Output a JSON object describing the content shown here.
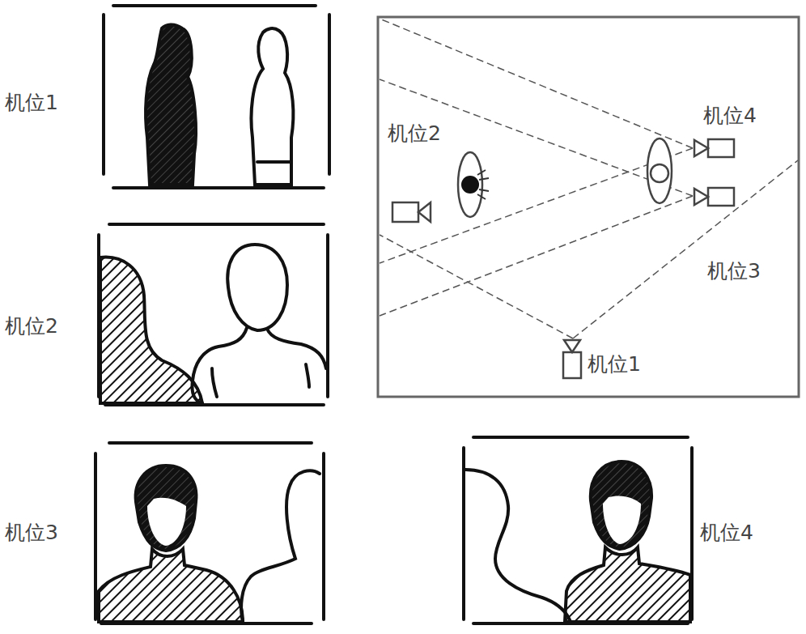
{
  "diagram": {
    "labels": [
      "机位1",
      "机位4",
      "机位2",
      "机位3",
      "机位1",
      "机位2",
      "机位3",
      "机位4"
    ]
  }
}
